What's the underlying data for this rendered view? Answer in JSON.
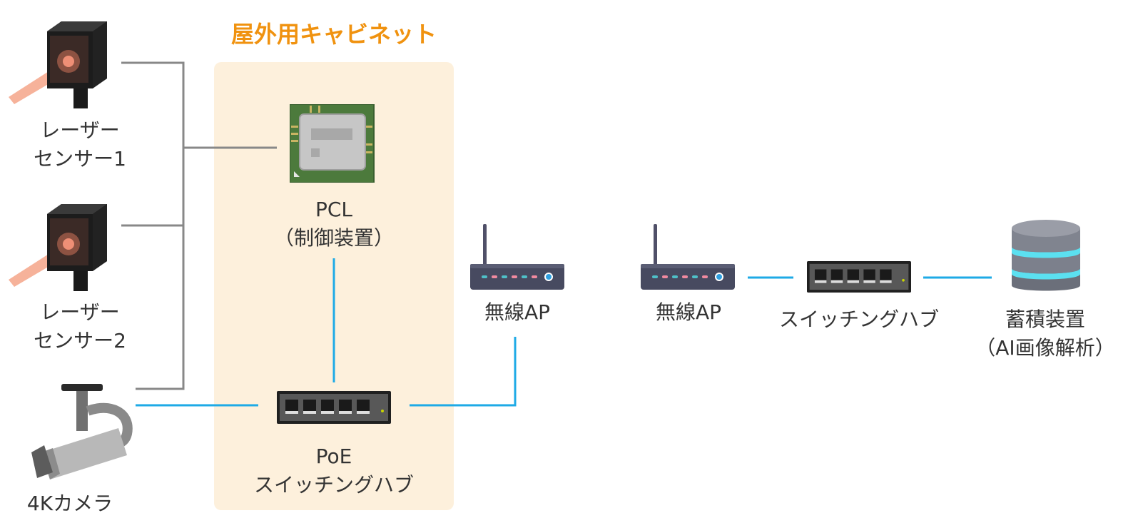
{
  "cabinet": {
    "title": "屋外用キャビネット",
    "bg_color": "#fdf0dc",
    "title_color": "#f0920f"
  },
  "nodes": {
    "laser1": {
      "line1": "レーザー",
      "line2": "センサー1"
    },
    "laser2": {
      "line1": "レーザー",
      "line2": "センサー2"
    },
    "camera": {
      "label": "4Kカメラ"
    },
    "plc": {
      "line1": "PCL",
      "line2": "（制御装置）"
    },
    "poe_hub": {
      "line1": "PoE",
      "line2": "スイッチングハブ"
    },
    "ap1": {
      "label": "無線AP"
    },
    "ap2": {
      "label": "無線AP"
    },
    "hub": {
      "label": "スイッチングハブ"
    },
    "storage": {
      "line1": "蓄積装置",
      "line2": "（AI画像解析）"
    }
  },
  "colors": {
    "gray_wire": "#888888",
    "lan_wire": "#1eaae6"
  },
  "icons": [
    "laser-sensor-icon",
    "cctv-camera-icon",
    "plc-chip-icon",
    "network-switch-icon",
    "wireless-router-icon",
    "database-icon"
  ]
}
